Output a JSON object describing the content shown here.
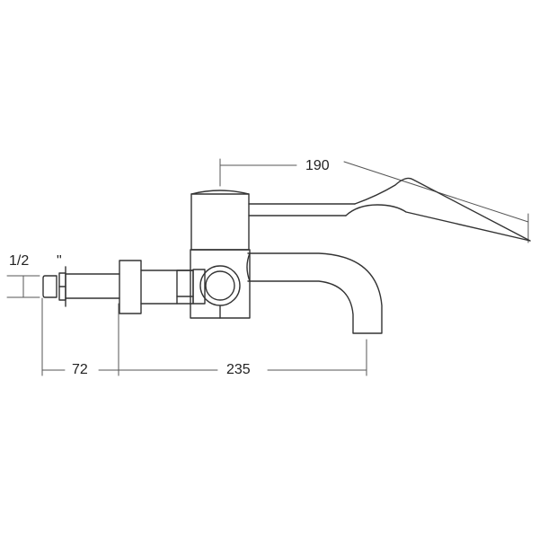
{
  "drawing": {
    "type": "technical-dimension-drawing",
    "subject": "wall-mounted spout with lever handle",
    "stroke_color": "#333333",
    "dim_color": "#555555",
    "background": "#ffffff"
  },
  "dimensions": {
    "lever_length": "190",
    "inlet_offset": "72",
    "spout_projection": "235",
    "thread_size": "1/2",
    "thread_unit": "\""
  }
}
